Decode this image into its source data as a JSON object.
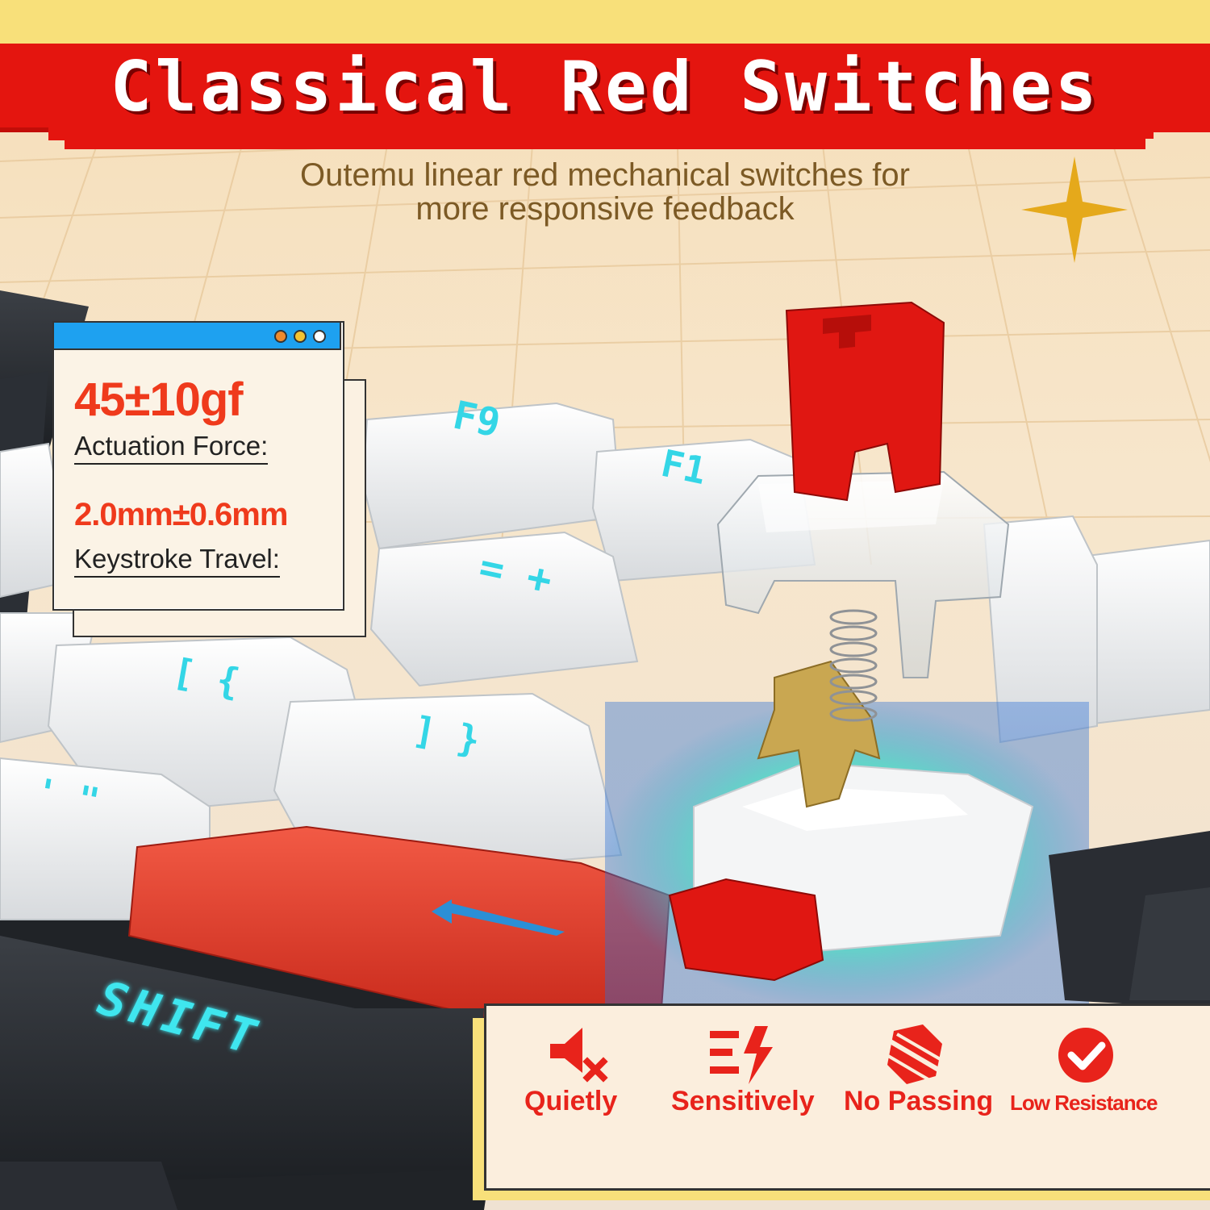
{
  "banner": {
    "title": "Classical Red Switches",
    "subtitle_line1": "Outemu linear red mechanical switches for",
    "subtitle_line2": "more responsive feedback"
  },
  "specs": {
    "actuation_force_value": "45±10gf",
    "actuation_force_label": "Actuation Force:",
    "keystroke_travel_value": "2.0mm±0.6mm",
    "keystroke_travel_label": "Keystroke Travel:"
  },
  "keycaps": {
    "f9": "F9",
    "f10": "F1",
    "equals": "= +",
    "bracket_open": "[ {",
    "bracket_close": "] }",
    "quote": "' \"",
    "shift": "SHIFT"
  },
  "features": [
    {
      "label": "Quietly",
      "icon": "mute-speaker-icon"
    },
    {
      "label": "Sensitively",
      "icon": "lightning-speed-icon"
    },
    {
      "label": "No Passing",
      "icon": "no-passing-icon"
    },
    {
      "label": "Low Resistance",
      "icon": "check-circle-icon"
    }
  ],
  "colors": {
    "banner_red": "#e4150f",
    "accent_red": "#ef3a1c",
    "legend_cyan": "#34d6e6",
    "window_bar_blue": "#1ea1f0",
    "star_gold": "#e5a91b"
  }
}
